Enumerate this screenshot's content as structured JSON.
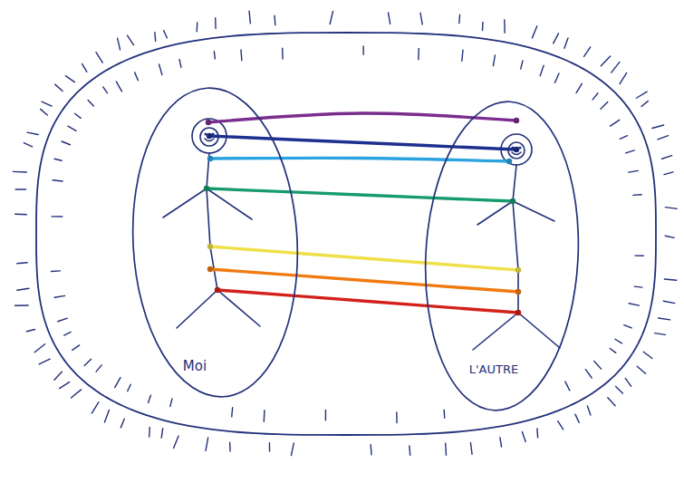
{
  "diagram": {
    "nodes": [
      {
        "text": [
          "Moi"
        ]
      },
      {
        "text": [
          "L'AUTRE"
        ]
      }
    ],
    "edges": [
      {
        "from": 0,
        "to": 1,
        "arrow": "none"
      },
      {
        "from": 0,
        "to": 1,
        "arrow": "none"
      },
      {
        "from": 0,
        "to": 1,
        "arrow": "none"
      },
      {
        "from": 0,
        "to": 1,
        "arrow": "none"
      },
      {
        "from": 0,
        "to": 1,
        "arrow": "none"
      },
      {
        "from": 0,
        "to": 1,
        "arrow": "none"
      },
      {
        "from": 0,
        "to": 1,
        "arrow": "none"
      }
    ]
  }
}
